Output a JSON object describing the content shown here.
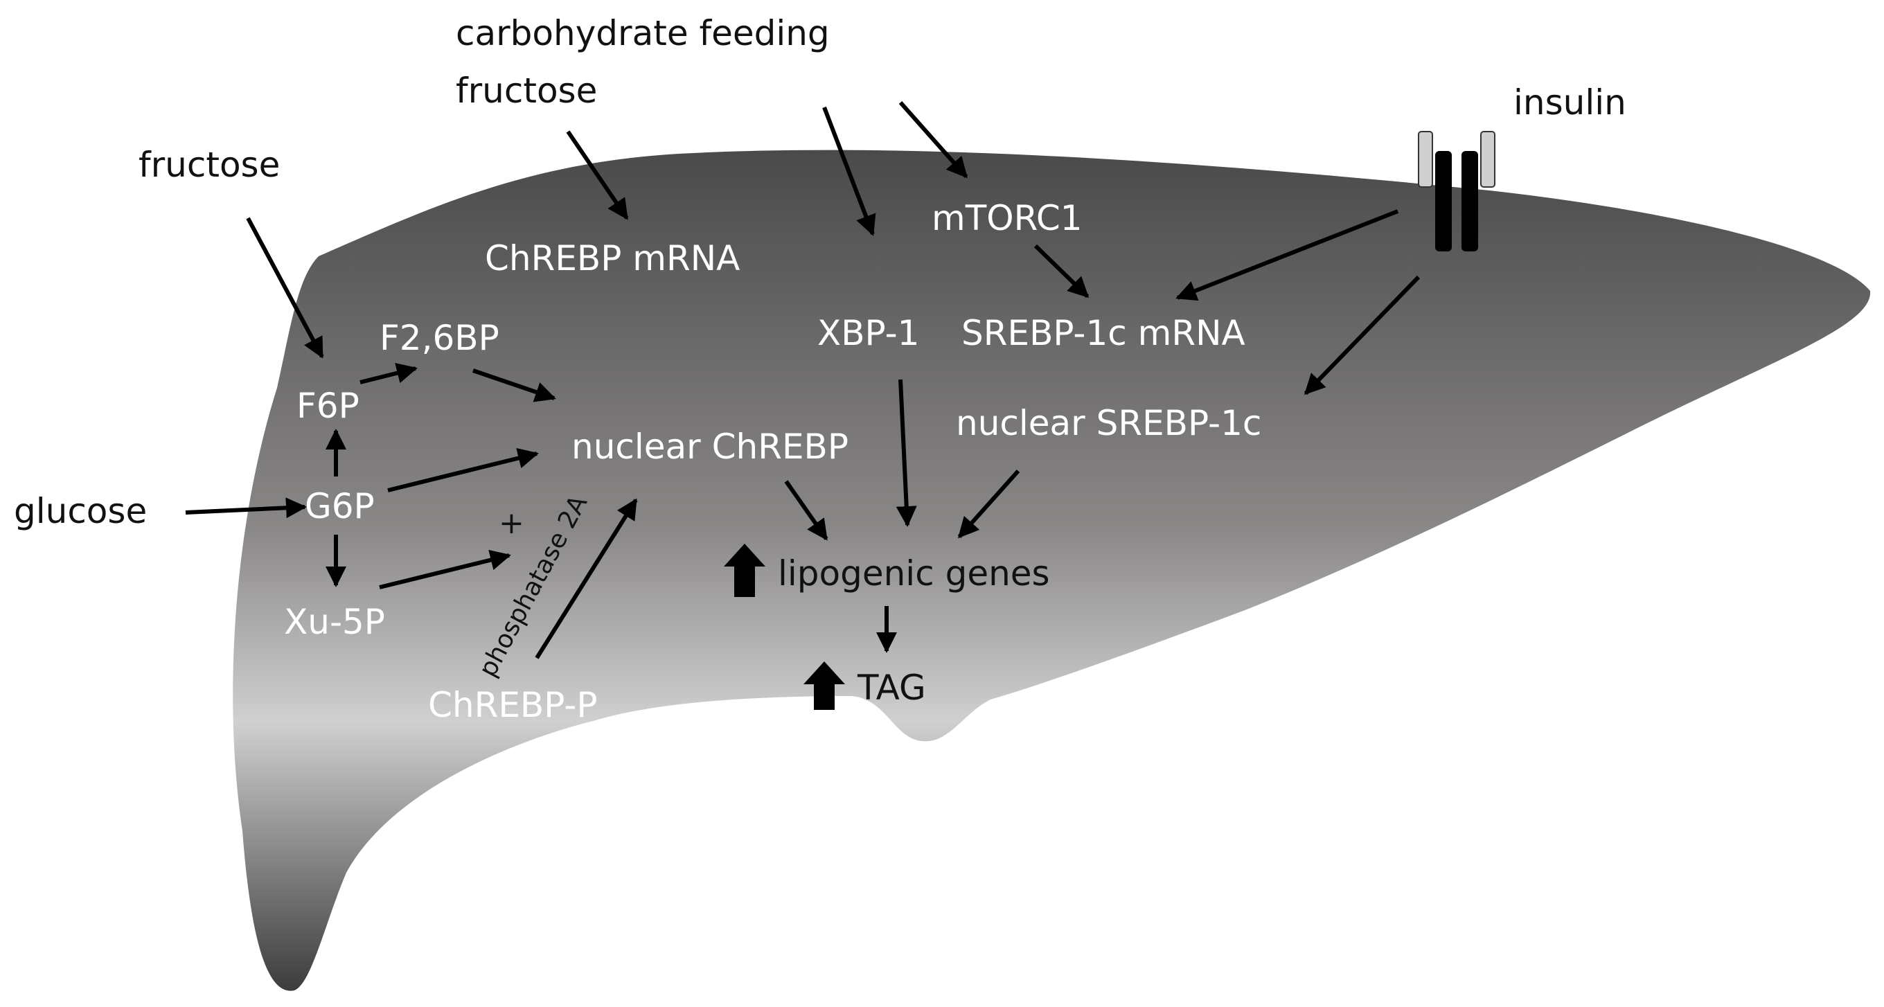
{
  "colors": {
    "liver_top": "#4a4a4a",
    "liver_mid": "#8a8787",
    "liver_light": "#d0d0d0",
    "liver_bottom": "#3c3c3c",
    "arrow": "#000000",
    "text_light": "#ffffff",
    "text_dark": "#111111",
    "receptor_outer": "#cfcfcf",
    "receptor_inner": "#000000"
  },
  "icons": {
    "liver": "liver-shape",
    "receptor": "insulin-receptor-icon",
    "up_arrow": "thick-up-arrow-icon"
  },
  "labels": {
    "carbohydrate_feeding": "carbohydrate feeding",
    "fructose_top": "fructose",
    "fructose_left": "fructose",
    "insulin": "insulin",
    "chrebp_mrna": "ChREBP mRNA",
    "mtorc1": "mTORC1",
    "xbp1": "XBP-1",
    "srebp1c_mrna": "SREBP-1c mRNA",
    "f26bp": "F2,6BP",
    "f6p": "F6P",
    "nuclear_chrebp": "nuclear ChREBP",
    "nuclear_srebp1c": "nuclear SREBP-1c",
    "glucose": "glucose",
    "g6p": "G6P",
    "plus": "+",
    "phosphatase": "phosphatase 2A",
    "lipogenic_genes": "lipogenic genes",
    "xu5p": "Xu-5P",
    "tag": "TAG",
    "chrebp_p": "ChREBP-P"
  }
}
